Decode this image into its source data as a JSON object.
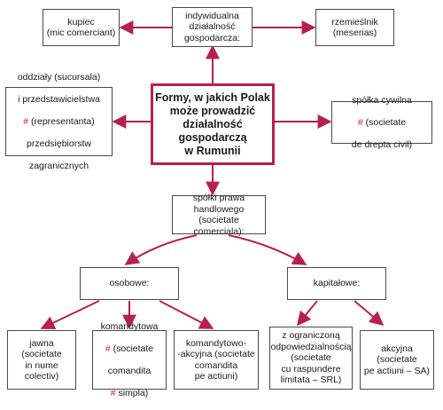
{
  "colors": {
    "accent": "#b5214f",
    "border": "#4a4a4a"
  },
  "nodes": {
    "main": "Formy, w jakich Polak\nmoże prowadzić\ndziałalność gospodarczą\nw Rumunii",
    "kupiec": "kupiec\n(mic comerciant)",
    "indywidualna": "indywidualna\ndziałalność\ngospodarcza:",
    "rzemieslnik": "rzemieślnik\n(meserias)",
    "oddzialy_lines": [
      "oddziały (sucursala)",
      "i przedstawicielstwa",
      "(representanta)",
      "przedsiębiorstw",
      "zagranicznych"
    ],
    "spolka_cywilna_lines": [
      "spółka cywilna",
      "(societate",
      "de drepta civil)"
    ],
    "spolki_prawa": "spółki prawa\nhandlowego\n(societate comerciala):",
    "osobowe": "osobowe:",
    "kapitalowe": "kapitałowe:",
    "jawna": "jawna\n(societate\nin nume\ncolectiv)",
    "komandytowa_lines": [
      "komandytowa",
      "(societate",
      "comandita",
      "simpla)"
    ],
    "komandytowo_akcyjna": "komandytowo-\n-akcyjna (societate\ncomandita\npe actiuni)",
    "z_ograniczona": "z ograniczoną\nodpowiedzialnością\n(societate\ncu raspundere\nlimitata – SRL)",
    "akcyjna": "akcyjna\n(societate\npe actiuni – SA)",
    "hash_symbol": "#"
  }
}
